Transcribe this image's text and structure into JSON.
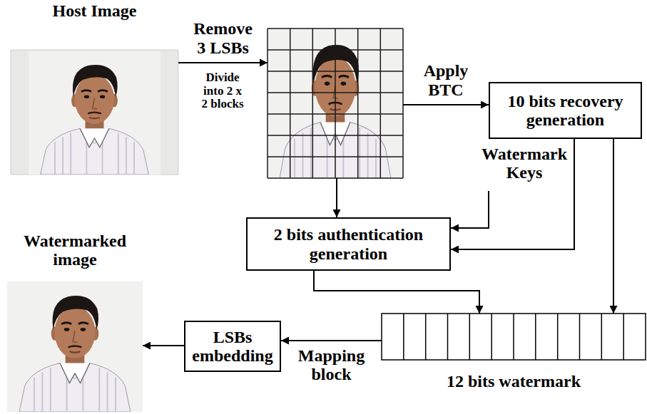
{
  "diagram": {
    "nodes": [
      {
        "text": [
          "Host Image"
        ]
      },
      {
        "text": []
      },
      {
        "text": [
          "10 bits recovery generation"
        ]
      },
      {
        "text": [
          "2 bits authentication generation"
        ]
      },
      {
        "text": [
          "12 bits watermark"
        ]
      },
      {
        "text": [
          "LSBs embedding"
        ]
      },
      {
        "text": [
          "Watermarked image"
        ]
      }
    ],
    "edges": [
      {
        "from": 0,
        "to": 1,
        "arrow": "to",
        "label": "Remove 3 LSBs"
      },
      {
        "from": 1,
        "to": 2,
        "arrow": "to",
        "label": "Apply BTC"
      },
      {
        "from": 1,
        "to": 3,
        "arrow": "to"
      },
      {
        "from": 2,
        "to": 3,
        "arrow": "to"
      },
      {
        "from": 2,
        "to": 4,
        "arrow": "to"
      },
      {
        "from": 3,
        "to": 4,
        "arrow": "to"
      },
      {
        "from": 4,
        "to": 5,
        "arrow": "to",
        "label": "Mapping block"
      },
      {
        "from": 5,
        "to": 6,
        "arrow": "to"
      }
    ],
    "labels": [
      "Divide into 2 x 2 blocks",
      "Watermark Keys"
    ]
  }
}
